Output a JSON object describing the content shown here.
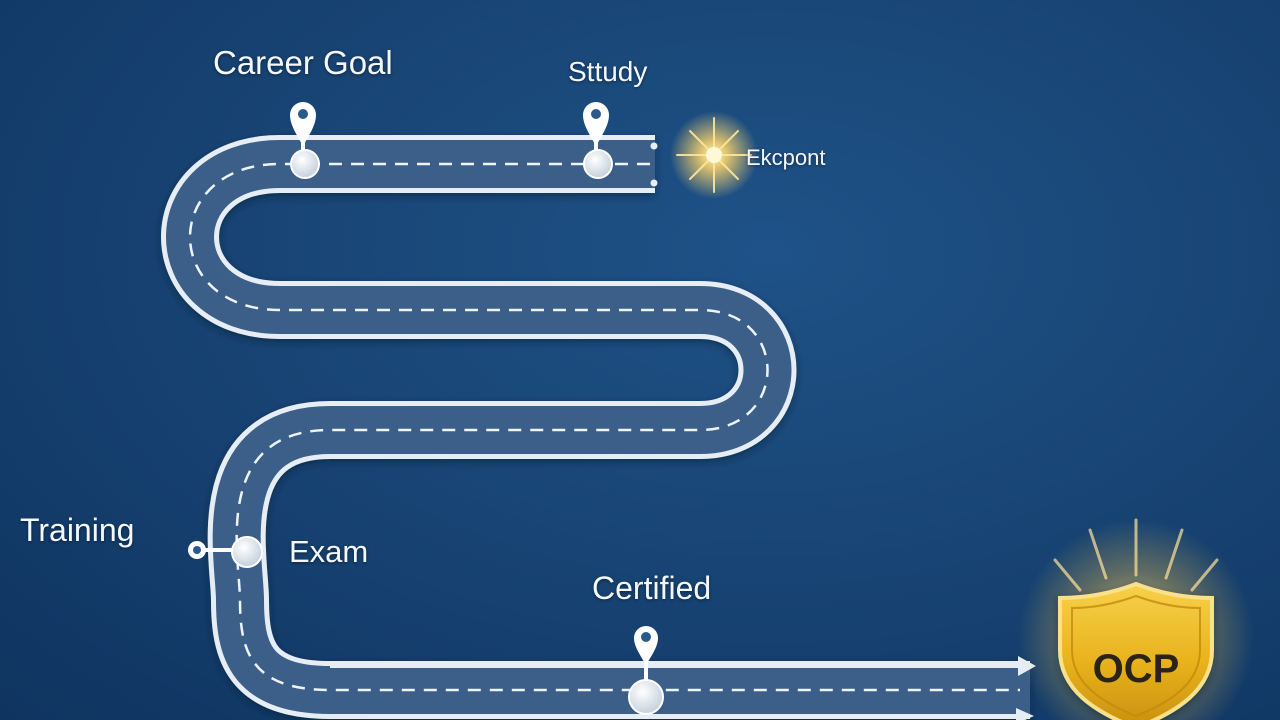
{
  "milestones": {
    "career_goal": "Career Goal",
    "study": "Sttudy",
    "expert": "Ekcpont",
    "training": "Training",
    "exam": "Exam",
    "certified": "Certified"
  },
  "badge": {
    "text": "OCP"
  },
  "colors": {
    "background": "#184575",
    "road": "#3a5f88",
    "road_edge": "#e6edf4",
    "badge_gold": "#e8b21c",
    "badge_text": "#2a2418",
    "glow": "#ffd76a"
  },
  "icons": [
    "map-pin-icon",
    "arrow-right-icon",
    "star-burst-icon",
    "shield-badge-icon"
  ]
}
